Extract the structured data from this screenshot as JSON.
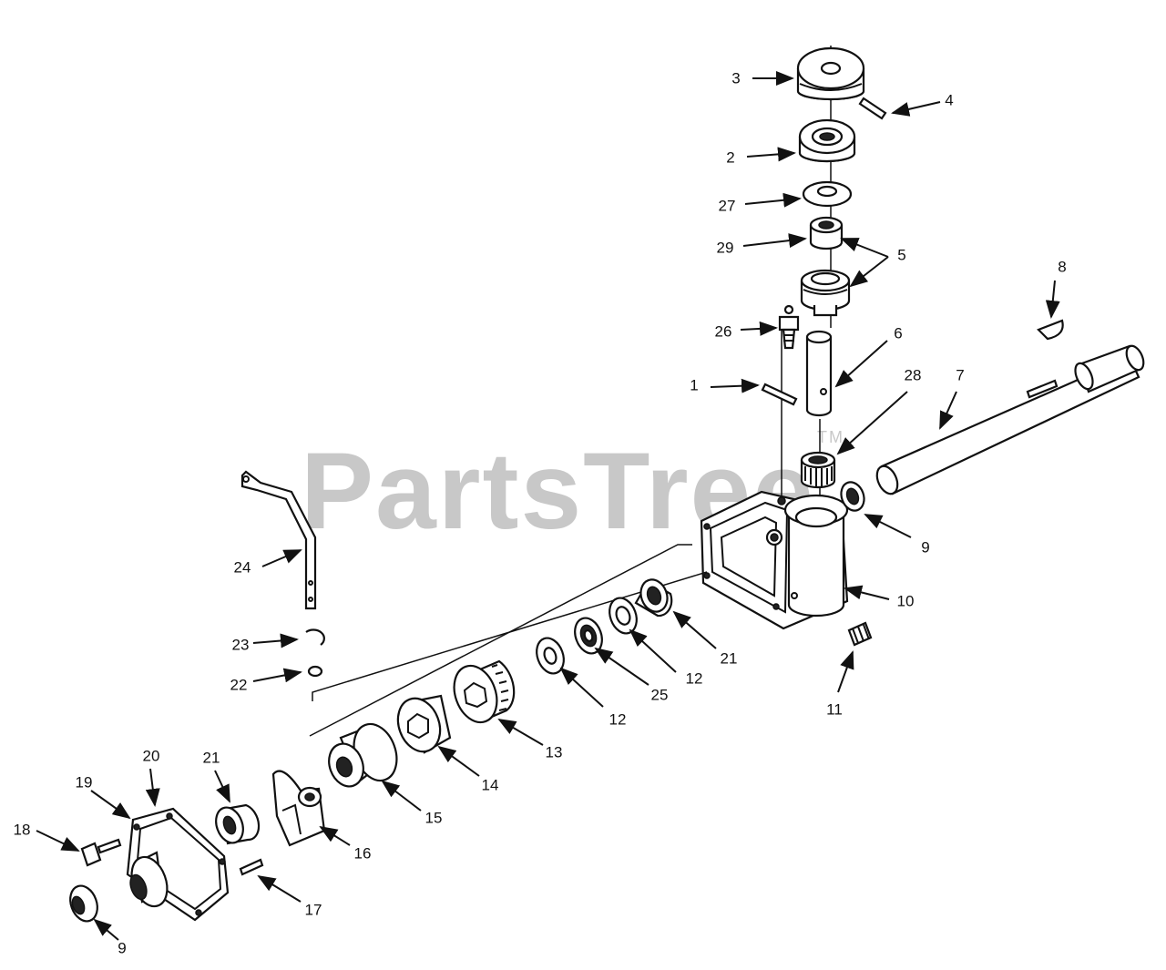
{
  "watermark": "PartsTree",
  "watermark_tm": "TM",
  "callouts": {
    "c1": "1",
    "c2": "2",
    "c3": "3",
    "c4": "4",
    "c5": "5",
    "c6": "6",
    "c7": "7",
    "c8": "8",
    "c9a": "9",
    "c9b": "9",
    "c10": "10",
    "c11": "11",
    "c12a": "12",
    "c12b": "12",
    "c13": "13",
    "c14": "14",
    "c15": "15",
    "c16": "16",
    "c17": "17",
    "c18": "18",
    "c19": "19",
    "c20": "20",
    "c21a": "21",
    "c21b": "21",
    "c22": "22",
    "c23": "23",
    "c24": "24",
    "c25": "25",
    "c26": "26",
    "c27": "27",
    "c28": "28",
    "c29": "29"
  }
}
